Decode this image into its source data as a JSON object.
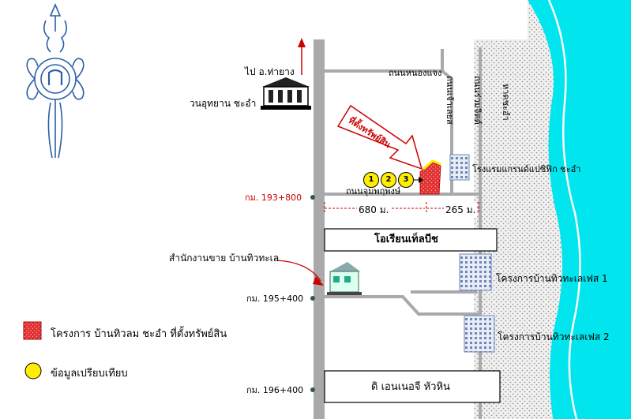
{
  "roads": {
    "main_north_direction": "ไป อ.ท่ายาง",
    "road_north": "ถนนหนองแจง",
    "road_property": "ถนนจุมพฤพงษ์",
    "road_vertical_1": "ถนนเจ้าเลยส",
    "road_vertical_2": "ถนนร่วมจิตต์",
    "beach": "หาดชะอำ"
  },
  "landmarks": {
    "park": "วนอุทยาน ชะอำ",
    "hotel": "โรงแรมแกรนด์แปซิฟิก ชะอำ",
    "oriental": "โอเรียนเท็ลบีช",
    "sales_office": "สำนักงานขาย บ้านทิวทะเล",
    "phase1": "โครงการบ้านทิวทะเลเฟส 1",
    "phase2": "โครงการบ้านทิวทะเลเฟส 2",
    "dk": "ดิ เอนเนอจี หัวหิน"
  },
  "property_label": "ที่ตั้งทรัพย์สิน",
  "km_markers": [
    {
      "label": "กม. 193+800",
      "emphasis": true
    },
    {
      "label": "กม. 195+400",
      "emphasis": false
    },
    {
      "label": "กม. 196+400",
      "emphasis": false
    }
  ],
  "distances": {
    "d1": "680 ม.",
    "d2": "265 ม."
  },
  "comparables": [
    "1",
    "2",
    "3"
  ],
  "legend": {
    "property": "โครงการ บ้านทิวลม ชะอำ ที่ตั้งทรัพย์สิน",
    "comparable": "ข้อมูลเปรียบเทียบ"
  },
  "colors": {
    "sea": "#00e5ee",
    "road": "#a9a9a9",
    "property": "#e03030",
    "comparable": "#ffee00",
    "arrow": "#cc0000",
    "logo": "#2a5fa8"
  }
}
